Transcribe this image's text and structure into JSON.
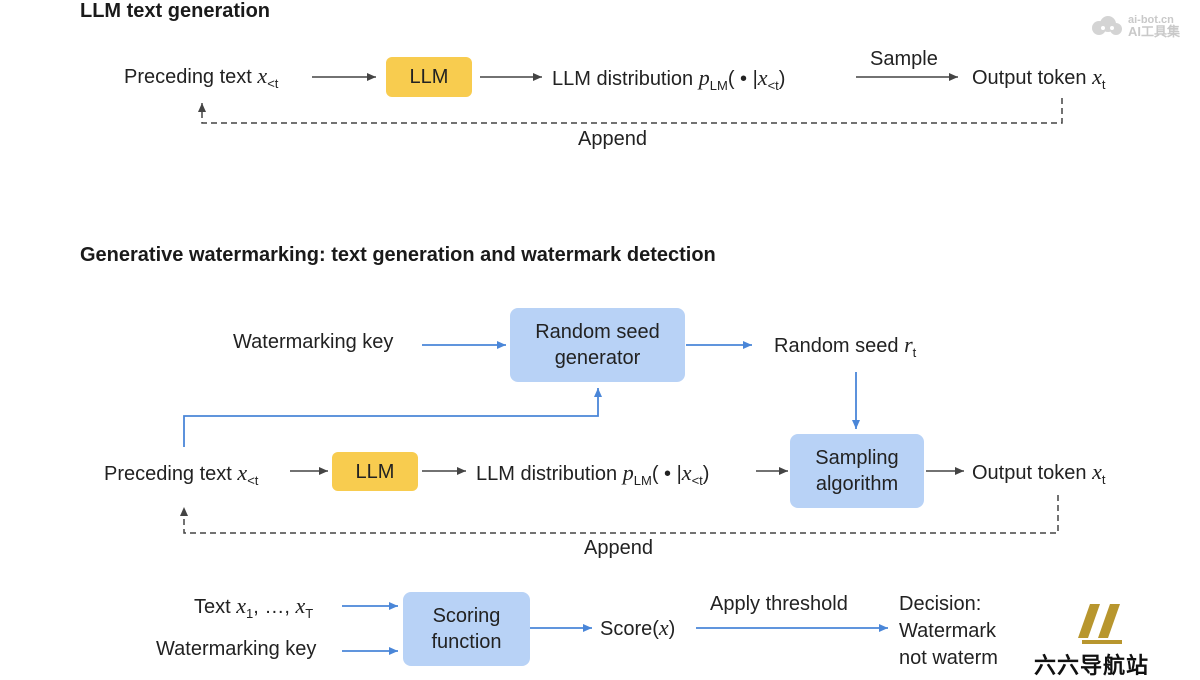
{
  "section1": {
    "title": "LLM text generation",
    "preceding_text": "Preceding text",
    "var_x": "x",
    "sub_lt": "<t",
    "llm": "LLM",
    "distribution_label": "LLM distribution",
    "p": "p",
    "p_sub": "LM",
    "dot_arg": "( • |",
    "close_paren": ")",
    "sample": "Sample",
    "output_token": "Output token",
    "sub_t": "t",
    "append": "Append"
  },
  "section2": {
    "title": "Generative watermarking: text generation and watermark detection",
    "watermarking_key": "Watermarking key",
    "random_seed_generator": "Random seed generator",
    "random_seed": "Random seed",
    "var_r": "r",
    "sampling_algorithm": "Sampling algorithm",
    "append": "Append"
  },
  "detection": {
    "text_label": "Text",
    "sub_1": "1",
    "ellipsis": ", …,",
    "sub_T": "T",
    "watermarking_key": "Watermarking key",
    "scoring_function": "Scoring function",
    "score": "Score(",
    "score_close": ")",
    "apply_threshold": "Apply threshold",
    "decision_title": "Decision:",
    "decision_line1": "Watermark",
    "decision_line2": "not waterm"
  },
  "watermark": {
    "line1": "ai-bot.cn",
    "line2": "AI工具集"
  },
  "logo": {
    "text": "六六导航站"
  },
  "colors": {
    "llm_box": "#f8cc4f",
    "blue_box": "#b8d2f6",
    "blue_arrow": "#4a86d8",
    "gold": "#b8962e"
  }
}
